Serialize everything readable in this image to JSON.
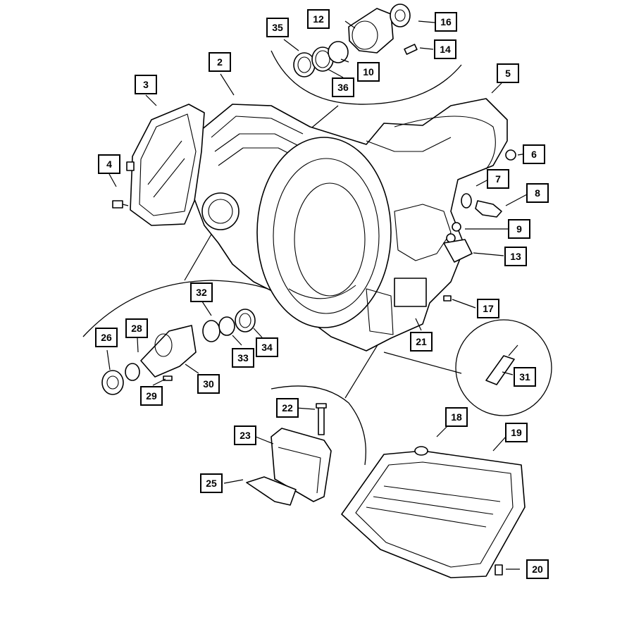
{
  "callouts": [
    {
      "id": "c2",
      "label": "2"
    },
    {
      "id": "c3",
      "label": "3"
    },
    {
      "id": "c4",
      "label": "4"
    },
    {
      "id": "c5",
      "label": "5"
    },
    {
      "id": "c6",
      "label": "6"
    },
    {
      "id": "c7",
      "label": "7"
    },
    {
      "id": "c8",
      "label": "8"
    },
    {
      "id": "c9",
      "label": "9"
    },
    {
      "id": "c10",
      "label": "10"
    },
    {
      "id": "c12",
      "label": "12"
    },
    {
      "id": "c13",
      "label": "13"
    },
    {
      "id": "c14",
      "label": "14"
    },
    {
      "id": "c16",
      "label": "16"
    },
    {
      "id": "c17",
      "label": "17"
    },
    {
      "id": "c18",
      "label": "18"
    },
    {
      "id": "c19",
      "label": "19"
    },
    {
      "id": "c20",
      "label": "20"
    },
    {
      "id": "c21",
      "label": "21"
    },
    {
      "id": "c22",
      "label": "22"
    },
    {
      "id": "c23",
      "label": "23"
    },
    {
      "id": "c25",
      "label": "25"
    },
    {
      "id": "c26",
      "label": "26"
    },
    {
      "id": "c28",
      "label": "28"
    },
    {
      "id": "c29",
      "label": "29"
    },
    {
      "id": "c30",
      "label": "30"
    },
    {
      "id": "c31",
      "label": "31"
    },
    {
      "id": "c32",
      "label": "32"
    },
    {
      "id": "c33",
      "label": "33"
    },
    {
      "id": "c34",
      "label": "34"
    },
    {
      "id": "c35",
      "label": "35"
    },
    {
      "id": "c36",
      "label": "36"
    }
  ]
}
